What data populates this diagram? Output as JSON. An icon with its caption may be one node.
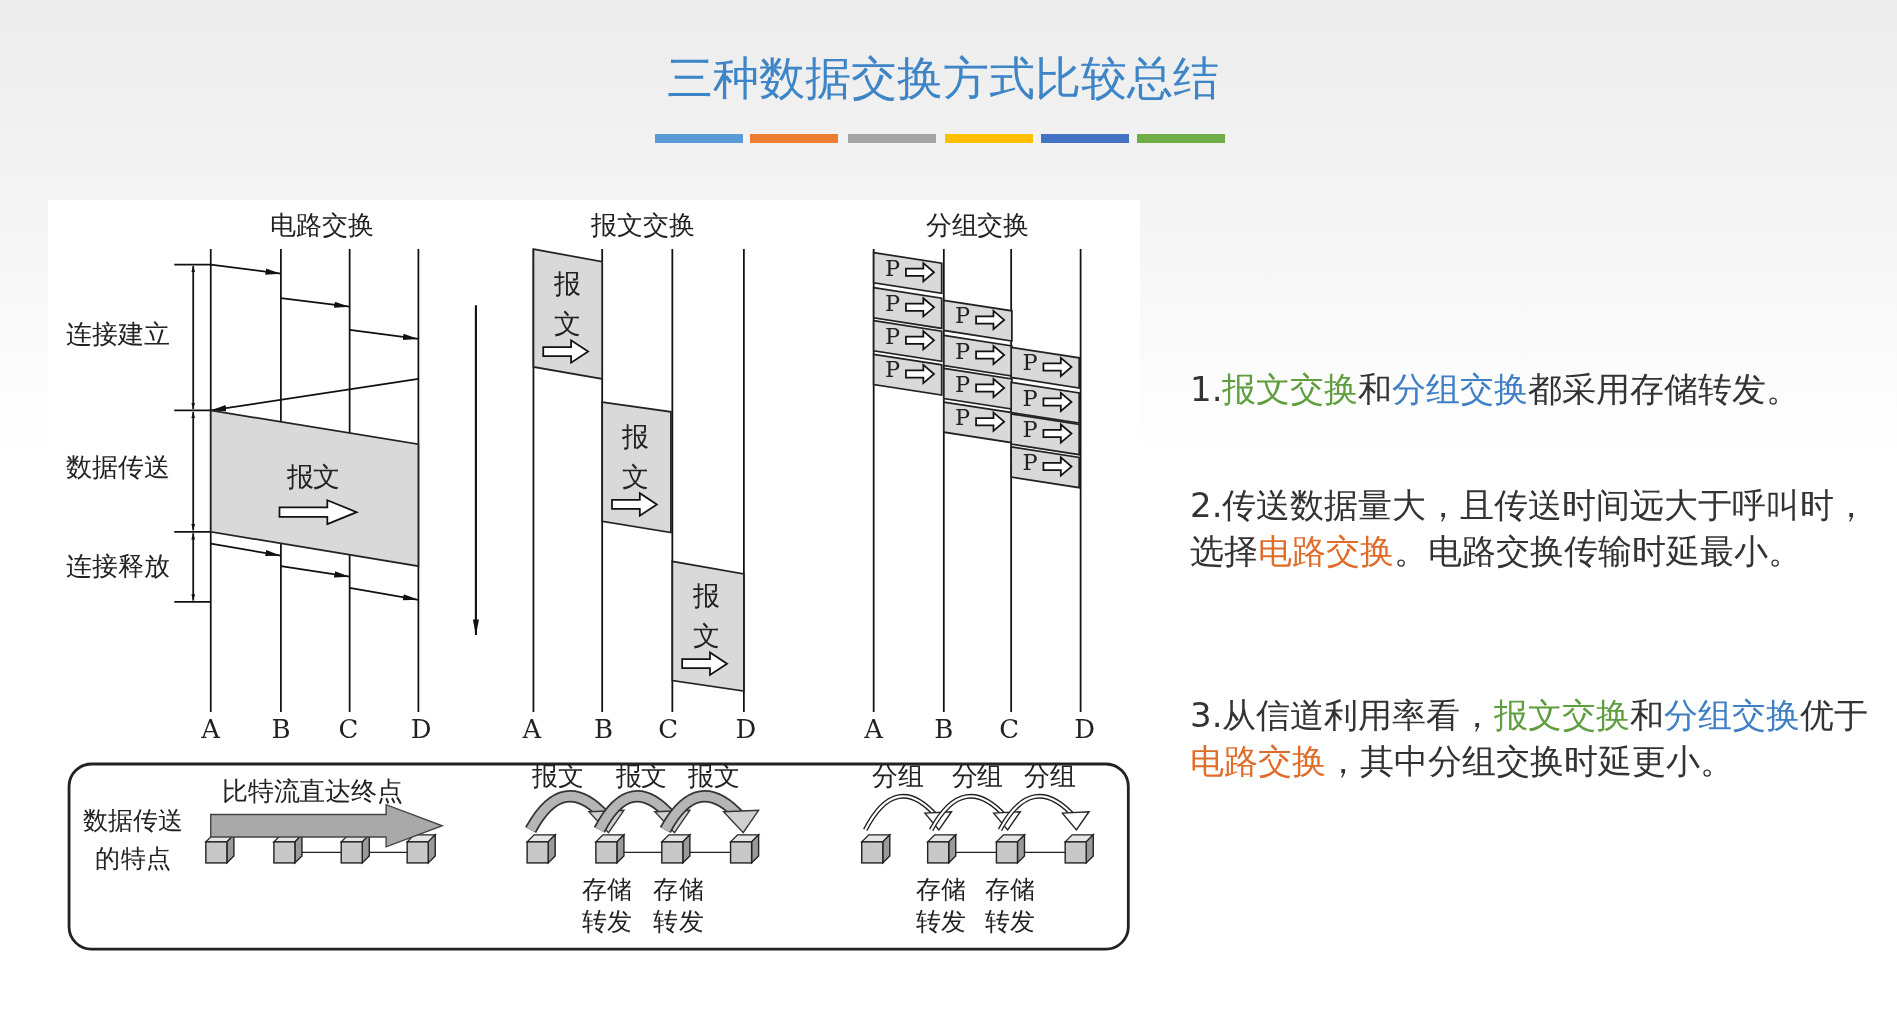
{
  "diagram": {
    "title": "三种数据交换方式比较总结",
    "nodes": [
      {
        "text": [
          "报文"
        ]
      },
      {
        "text": [
          "报文"
        ]
      },
      {
        "text": [
          "报文"
        ]
      },
      {
        "text": [
          "报文"
        ]
      },
      {
        "text": [
          "P"
        ]
      },
      {
        "text": [
          "P"
        ]
      },
      {
        "text": [
          "P"
        ]
      },
      {
        "text": [
          "P"
        ]
      },
      {
        "text": [
          "P"
        ]
      },
      {
        "text": [
          "P"
        ]
      },
      {
        "text": [
          "P"
        ]
      },
      {
        "text": [
          "P"
        ]
      },
      {
        "text": [
          "P"
        ]
      },
      {
        "text": [
          "P"
        ]
      },
      {
        "text": [
          "P"
        ]
      },
      {
        "text": [
          "P"
        ]
      },
      {
        "text": [
          "数据传送的特点"
        ]
      }
    ],
    "labels": [
      "电路交换",
      "报文交换",
      "分组交换",
      "连接建立",
      "数据传送",
      "连接释放",
      "A",
      "B",
      "C",
      "D",
      "A",
      "B",
      "C",
      "D",
      "A",
      "B",
      "C",
      "D",
      "比特流直达终点",
      "报文",
      "报文",
      "报文",
      "分组",
      "分组",
      "分组",
      "存储转发",
      "存储转发",
      "存储转发",
      "存储转发",
      "1.**报文交换**和**分组交换**都采用存储转发。",
      "2.传送数据量大，且传送时间远大于呼叫时，选择**电路交换**。电路交换传输时延最小。",
      "3.从信道利用率看，**报文交换**和**分组交换**优于**电路交换**，其中分组交换时延更小。"
    ]
  }
}
